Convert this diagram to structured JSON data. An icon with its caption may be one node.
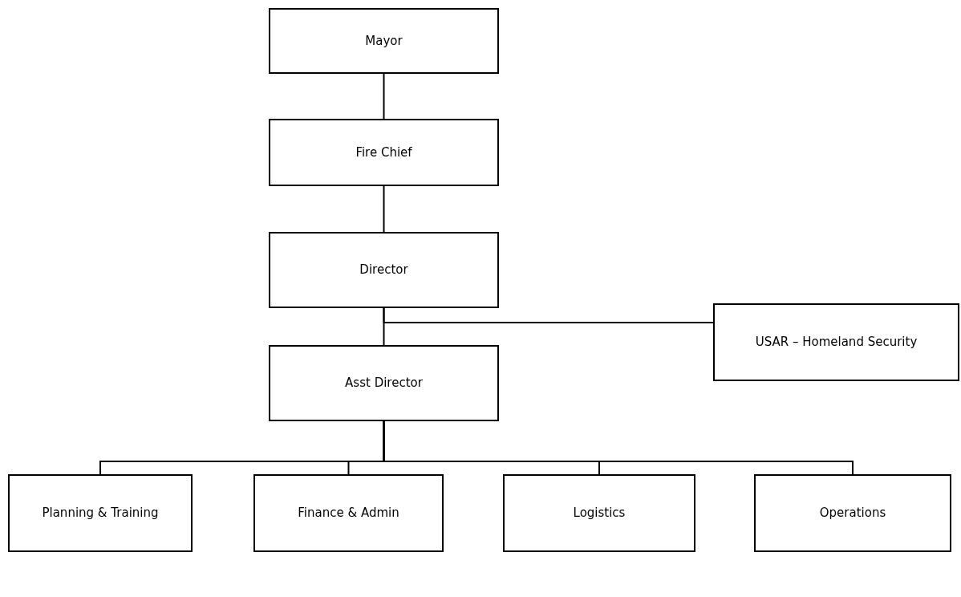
{
  "diagram": {
    "nodes": [
      {
        "text": [
          "Mayor"
        ]
      },
      {
        "text": [
          "Fire Chief"
        ]
      },
      {
        "text": [
          "Director"
        ]
      },
      {
        "text": [
          "USAR – Homeland Security"
        ]
      },
      {
        "text": [
          "Asst Director"
        ]
      },
      {
        "text": [
          "Planning & Training"
        ]
      },
      {
        "text": [
          "Finance & Admin"
        ]
      },
      {
        "text": [
          "Logistics"
        ]
      },
      {
        "text": [
          "Operations"
        ]
      }
    ],
    "edges": [
      {
        "from": 0,
        "to": 1,
        "arrow": "none"
      },
      {
        "from": 1,
        "to": 2,
        "arrow": "none"
      },
      {
        "from": 2,
        "to": 4,
        "arrow": "none"
      },
      {
        "from": 2,
        "to": 3,
        "arrow": "none"
      },
      {
        "from": 4,
        "to": 5,
        "arrow": "none"
      },
      {
        "from": 4,
        "to": 6,
        "arrow": "none"
      },
      {
        "from": 4,
        "to": 7,
        "arrow": "none"
      },
      {
        "from": 4,
        "to": 8,
        "arrow": "none"
      }
    ]
  }
}
